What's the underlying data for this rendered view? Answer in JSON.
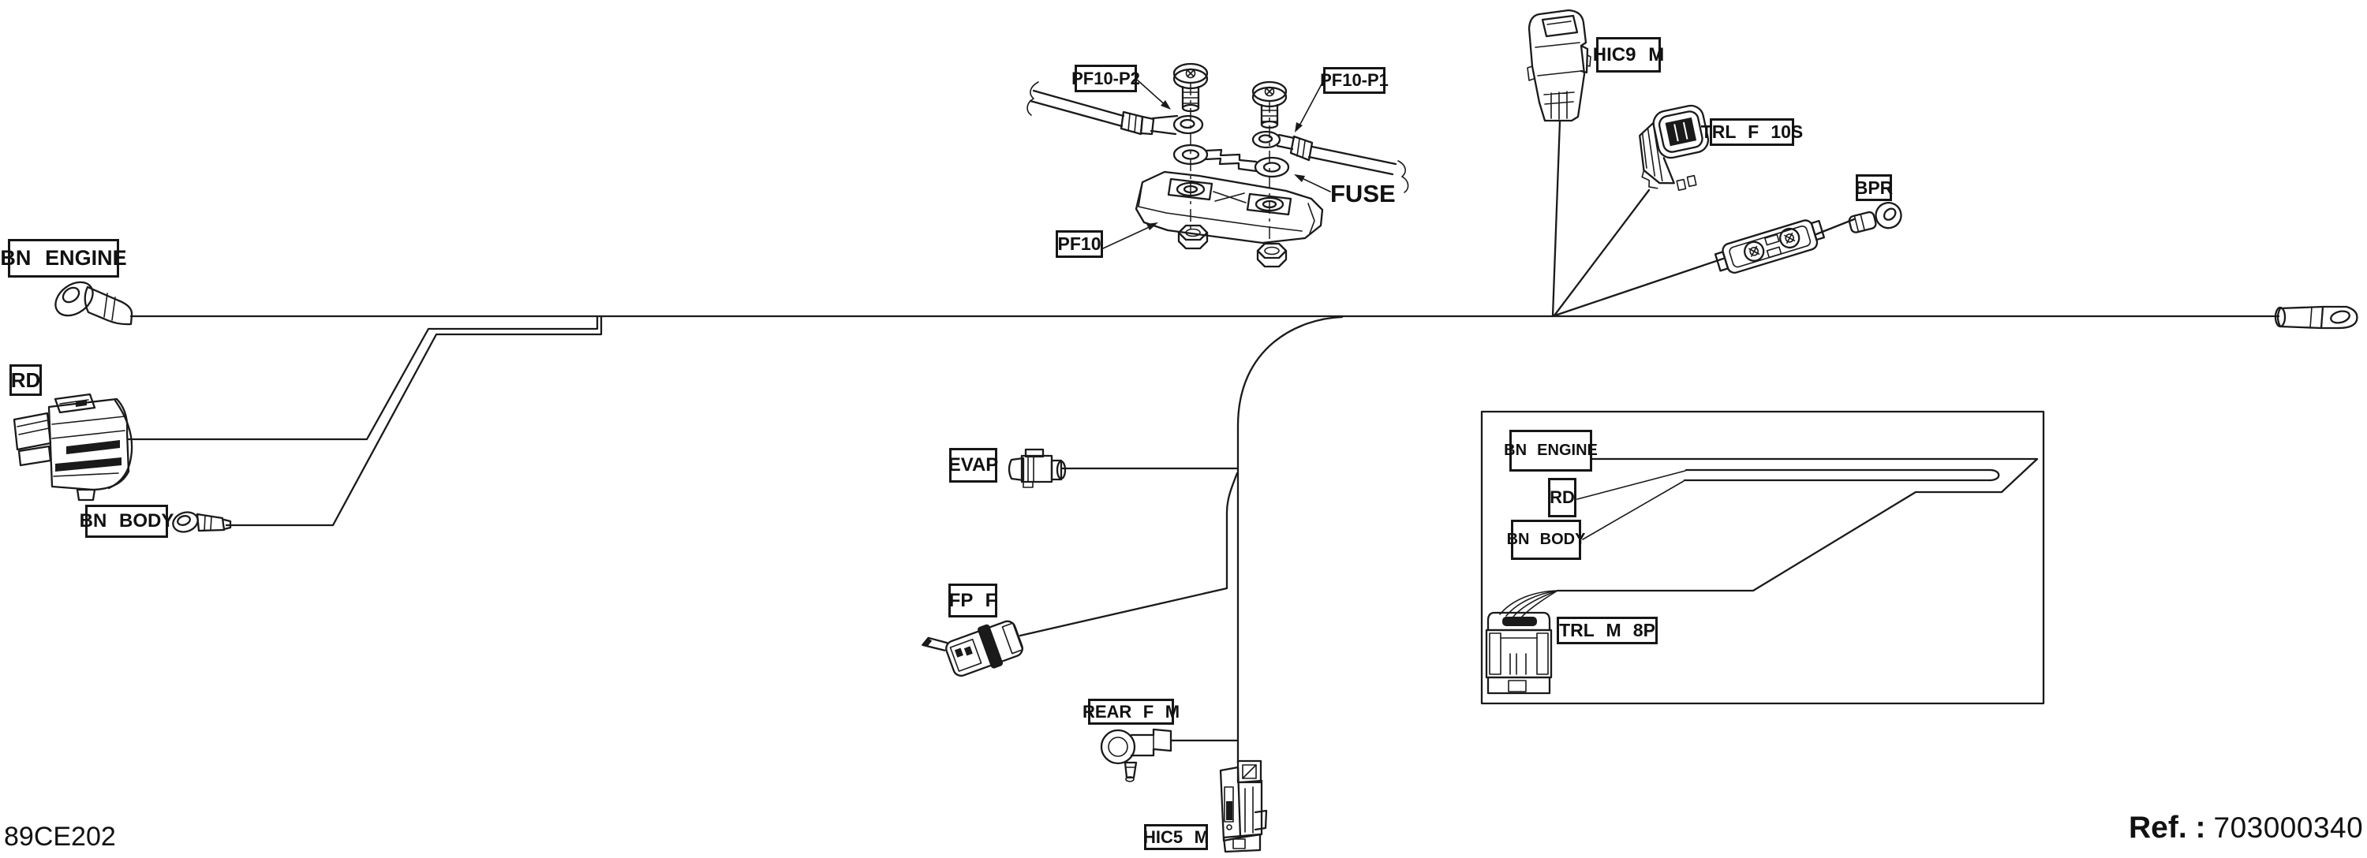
{
  "colors": {
    "ink": "#1a1a1a",
    "paper": "#ffffff"
  },
  "main": {
    "labels": {
      "bn_engine": "BN ENGINE",
      "rd": "RD",
      "bn_body": "BN BODY",
      "pf10_p2": "PF10-P2",
      "pf10_p1": "PF10-P1",
      "fuse": "FUSE",
      "pf10": "PF10",
      "hic9_m": "HIC9 M",
      "trl_f_10s": "TRL F 10S",
      "bpr": "BPR",
      "evap": "EVAP",
      "fp_f": "FP F",
      "rear_f_m": "REAR F M",
      "hic5_m": "HIC5 M"
    }
  },
  "inset": {
    "labels": {
      "bn_engine": "BN ENGINE",
      "rd": "RD",
      "bn_body": "BN BODY",
      "trl_m_8p": "TRL M 8P"
    }
  },
  "footer": {
    "code": "89CE202",
    "ref_prefix": "Ref. :",
    "ref_number": "703000340"
  }
}
